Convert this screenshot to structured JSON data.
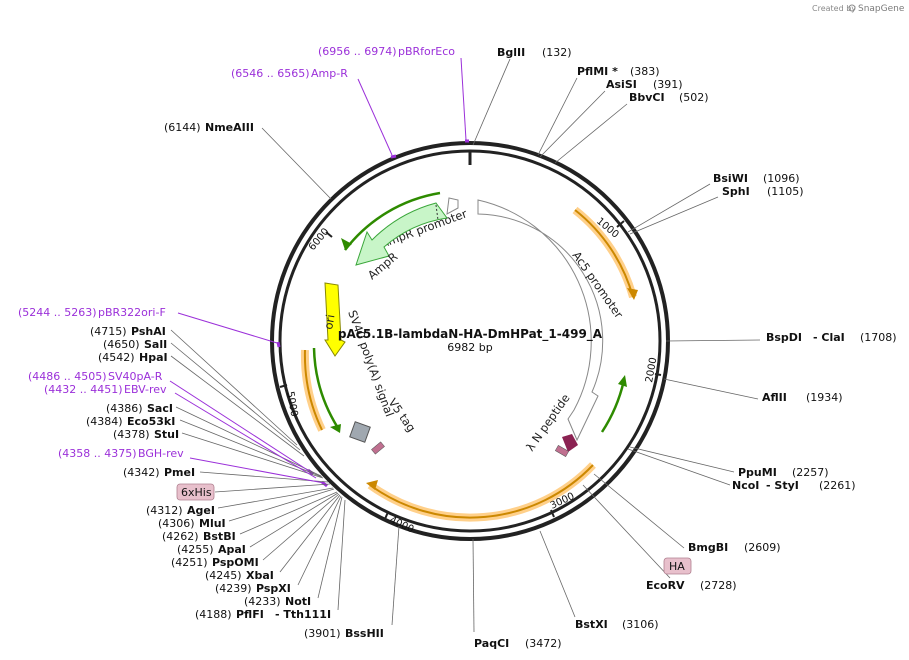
{
  "credit": {
    "prefix": "Created by",
    "brand": "SnapGene"
  },
  "map": {
    "name": "pAc5.1B-lambdaN-HA-DmHPat_1-499_A",
    "length": "6982 bp"
  },
  "ticks": [
    "1000",
    "2000",
    "3000",
    "4000",
    "5000",
    "6000"
  ],
  "features": {
    "ampr": "AmpR",
    "ampr_promoter": "AmpR promoter",
    "ac5_promoter": "Ac5 promoter",
    "ori": "ori",
    "sv40": "SV40 poly(A) signal",
    "v5": "V5 tag",
    "lambda": "λ N peptide"
  },
  "boxed": {
    "sixhis": "6xHis",
    "ha": "HA"
  },
  "sites": [
    {
      "name": "BglII",
      "pos": "(132)"
    },
    {
      "name": "PflMI *",
      "pos": "(383)"
    },
    {
      "name": "AsiSI",
      "pos": "(391)"
    },
    {
      "name": "BbvCI",
      "pos": "(502)"
    },
    {
      "name": "BsiWI",
      "pos": "(1096)"
    },
    {
      "name": "SphI",
      "pos": "(1105)"
    },
    {
      "name": "BspDI",
      "sep": "- ClaI",
      "pos": "(1708)"
    },
    {
      "name": "AflII",
      "pos": "(1934)"
    },
    {
      "name": "PpuMI",
      "pos": "(2257)"
    },
    {
      "name": "NcoI",
      "sep": "- StyI",
      "pos": "(2261)"
    },
    {
      "name": "BmgBI",
      "pos": "(2609)"
    },
    {
      "name": "EcoRV",
      "pos": "(2728)"
    },
    {
      "name": "BstXI",
      "pos": "(3106)"
    },
    {
      "name": "PaqCI",
      "pos": "(3472)"
    },
    {
      "name": "BssHII",
      "pos": "(3901)"
    },
    {
      "name": "PflFI",
      "sep": "- Tth111I",
      "pos": "(4188)"
    },
    {
      "name": "NotI",
      "pos": "(4233)"
    },
    {
      "name": "PspXI",
      "pos": "(4239)"
    },
    {
      "name": "XbaI",
      "pos": "(4245)"
    },
    {
      "name": "PspOMI",
      "pos": "(4251)"
    },
    {
      "name": "ApaI",
      "pos": "(4255)"
    },
    {
      "name": "BstBI",
      "pos": "(4262)"
    },
    {
      "name": "MluI",
      "pos": "(4306)"
    },
    {
      "name": "AgeI",
      "pos": "(4312)"
    },
    {
      "name": "PmeI",
      "pos": "(4342)"
    },
    {
      "name": "StuI",
      "pos": "(4378)"
    },
    {
      "name": "Eco53kI",
      "pos": "(4384)"
    },
    {
      "name": "SacI",
      "pos": "(4386)"
    },
    {
      "name": "HpaI",
      "pos": "(4542)"
    },
    {
      "name": "SalI",
      "pos": "(4650)"
    },
    {
      "name": "PshAI",
      "pos": "(4715)"
    },
    {
      "name": "NmeAIII",
      "pos": "(6144)"
    }
  ],
  "primers": [
    {
      "range": "(6956 .. 6974)",
      "name": "pBRforEco"
    },
    {
      "range": "(6546 .. 6565)",
      "name": "Amp-R"
    },
    {
      "range": "(5244 .. 5263)",
      "name": "pBR322ori-F"
    },
    {
      "range": "(4486 .. 4505)",
      "name": "SV40pA-R"
    },
    {
      "range": "(4432 .. 4451)",
      "name": "EBV-rev"
    },
    {
      "range": "(4358 .. 4375)",
      "name": "BGH-rev"
    }
  ],
  "colors": {
    "backbone": "#222222",
    "amp_fill": "#c8f5c8",
    "amp_stroke": "#3aa63a",
    "ori_fill": "#ffff00",
    "orf_fill": "#ffd08a",
    "orf_core": "#cc8800",
    "green_arrow": "#2e8b00",
    "primer": "#9b30d9",
    "boxed_fill": "#e8c0cc",
    "lambda": "#8b2252",
    "v5": "#c07090",
    "sv40": "#a0a8b0"
  }
}
